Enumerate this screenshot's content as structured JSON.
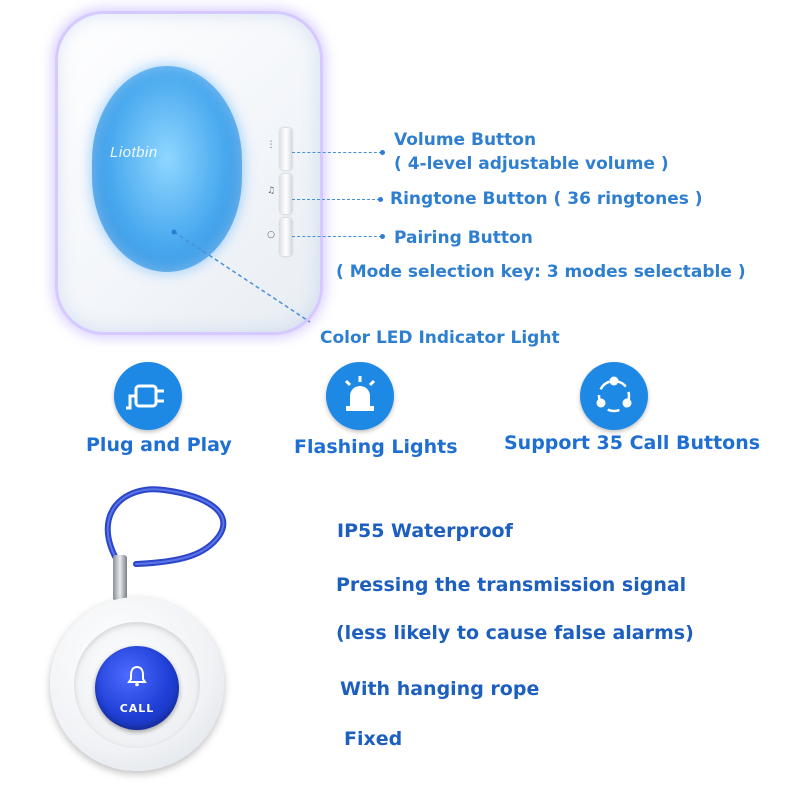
{
  "device": {
    "brand": "Liotbin",
    "labels": {
      "volume_title": "Volume Button",
      "volume_sub": "( 4-level adjustable volume )",
      "ringtone": "Ringtone Button ( 36 ringtones )",
      "pairing_title": "Pairing Button",
      "pairing_sub": "( Mode selection key: 3 modes selectable )",
      "led": "Color LED Indicator Light"
    },
    "icons": [
      "volume-icon",
      "music-note-icon",
      "pairing-icon"
    ]
  },
  "features": [
    {
      "label": "Plug and Play",
      "icon": "plug-icon"
    },
    {
      "label": "Flashing Lights",
      "icon": "siren-light-icon"
    },
    {
      "label": "Support 35 Call Buttons",
      "icon": "connection-cycle-icon"
    }
  ],
  "pendant": {
    "button_text": "CALL",
    "icon": "bell-icon",
    "specs": [
      "IP55 Waterproof",
      "Pressing the transmission signal",
      "(less likely to cause false alarms)",
      "With hanging rope",
      "Fixed"
    ]
  },
  "colors": {
    "label_blue": "#2f7fd0",
    "icon_blue": "#1e88e5",
    "call_blue": "#1f3fd6"
  }
}
